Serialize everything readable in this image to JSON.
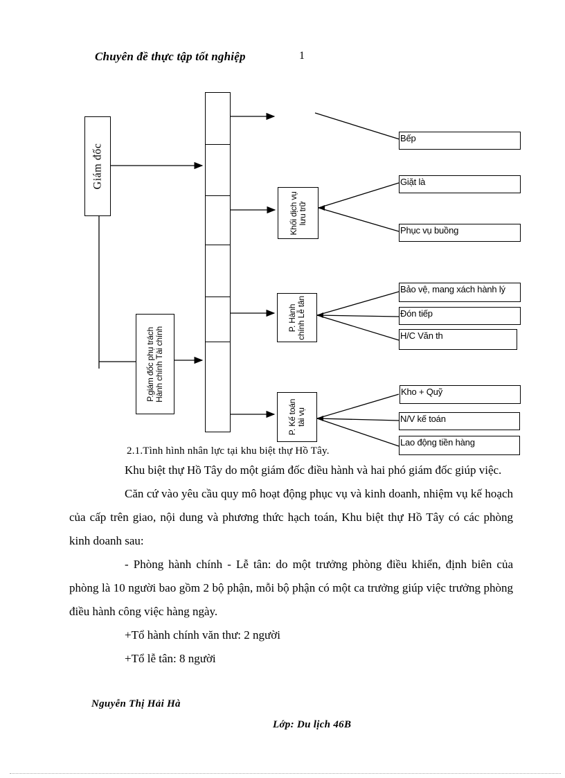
{
  "header": {
    "title": "Chuyên đề thực tập tốt nghiệp",
    "page_number": "1"
  },
  "diagram": {
    "caption": "2.1.Tình hình nhân lực tại khu biệt thự Hồ Tây.",
    "nodes": {
      "giam_doc": "Giám đốc",
      "pho_giam_doc_line1": "P.giám đốc phụ trách",
      "pho_giam_doc_line2": "Hành chính Tài chính",
      "khoi_dich_vu_line1": "Khối dịch vụ",
      "khoi_dich_vu_line2": "lưu trữ",
      "hanh_chinh_line1": "P. Hành",
      "hanh_chinh_line2": "chính Lễ tân",
      "ke_toan_line1": "P. Kế toán",
      "ke_toan_line2": "tài vụ",
      "bep": "Bếp",
      "giat_la": "Giặt là",
      "phuc_vu_buong": "Phục vụ buồng",
      "bao_ve": "Bảo vệ, mang xách hành lý",
      "don_tiep": "Đón tiếp",
      "hc_van_thu": "H/C Văn th",
      "kho_quy": "Kho + Quỹ",
      "nv_ke_toan": "N/V kế toán",
      "lao_dong": "Lao động tiền hàng"
    }
  },
  "body": {
    "paragraphs": [
      "Khu biệt thự  Hồ Tây do một giám  đốc điều hành và hai phó giám  đốc giúp việc.",
      "Căn cứ vào yêu cầu quy mô hoạt động phục vụ và kinh doanh, nhiệm vụ kế hoạch của cấp trên giao, nội dung và phương thức hạch toán, Khu biệt thự Hồ Tây có các phòng kinh doanh sau:",
      "- Phòng hành chính - Lễ tân: do một trưởng phòng điều khiển,  định biên của phòng là 10 người bao gồm 2 bộ phận, mỗi bộ phận có một ca trưởng giúp việc trưởng phòng điều hành công việc hàng ngày.",
      "+Tổ hành chính văn thư: 2 người",
      "+Tổ lễ tân: 8 người"
    ]
  },
  "footer": {
    "author": "Nguyễn Thị Hải Hà",
    "class_line": "Lớp: Du lịch 46B"
  }
}
